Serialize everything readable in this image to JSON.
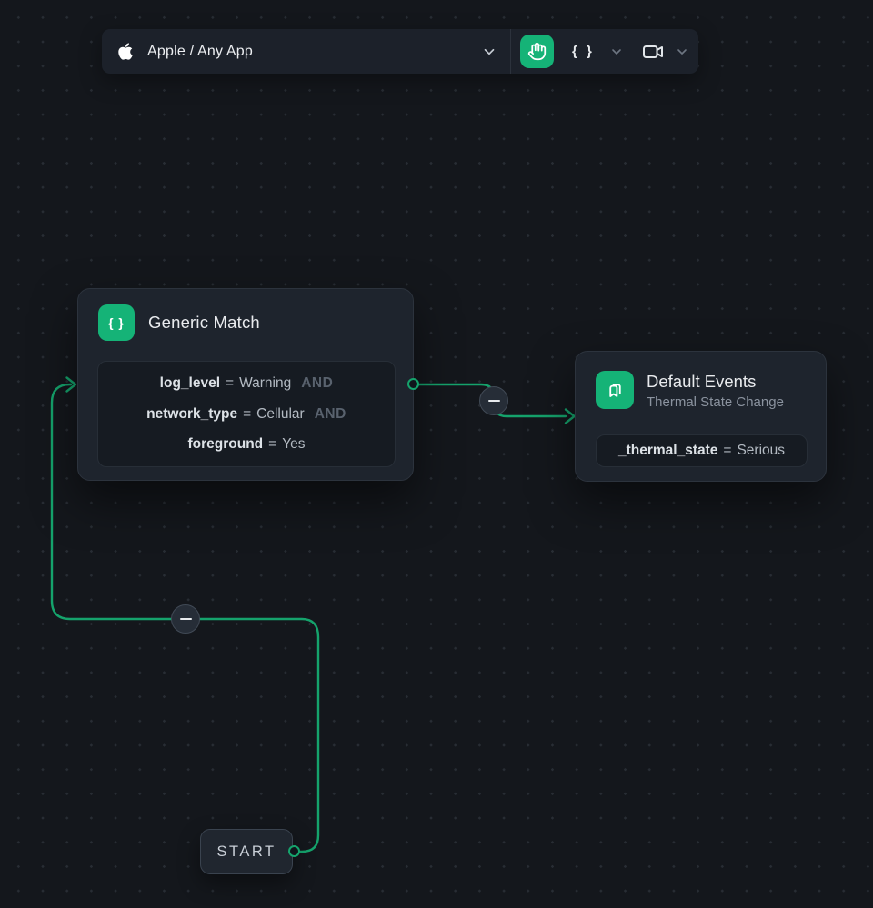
{
  "toolbar": {
    "app_selector": {
      "label": "Apple / Any App"
    },
    "braces_label": "{ }"
  },
  "nodes": {
    "generic_match": {
      "title": "Generic Match",
      "icon_label": "{ }",
      "conditions": [
        {
          "key": "log_level",
          "op": "=",
          "value": "Warning",
          "conjunction": "AND"
        },
        {
          "key": "network_type",
          "op": "=",
          "value": "Cellular",
          "conjunction": "AND"
        },
        {
          "key": "foreground",
          "op": "=",
          "value": "Yes",
          "conjunction": ""
        }
      ]
    },
    "default_events": {
      "title": "Default Events",
      "subtitle": "Thermal State Change",
      "condition": {
        "key": "_thermal_state",
        "op": "=",
        "value": "Serious"
      }
    },
    "start": {
      "label": "START"
    }
  },
  "colors": {
    "accent_green": "#15b377",
    "edge_green": "#15a36c",
    "canvas_background": "#14171c",
    "node_background": "#1e242d"
  }
}
